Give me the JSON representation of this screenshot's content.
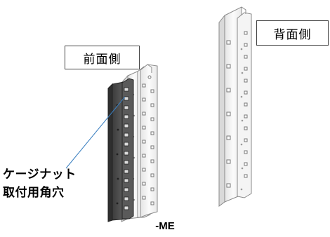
{
  "labels": {
    "front": "前面側",
    "back": "背面側",
    "annotation_line1": "ケージナット",
    "annotation_line2": "取付用角穴",
    "model_suffix": "-ME"
  },
  "colors": {
    "dark_rail": "#4a4a4a",
    "light_rail": "#f2f2f2",
    "outline": "#8a8a8a",
    "leader_line": "#3a7fc0"
  }
}
